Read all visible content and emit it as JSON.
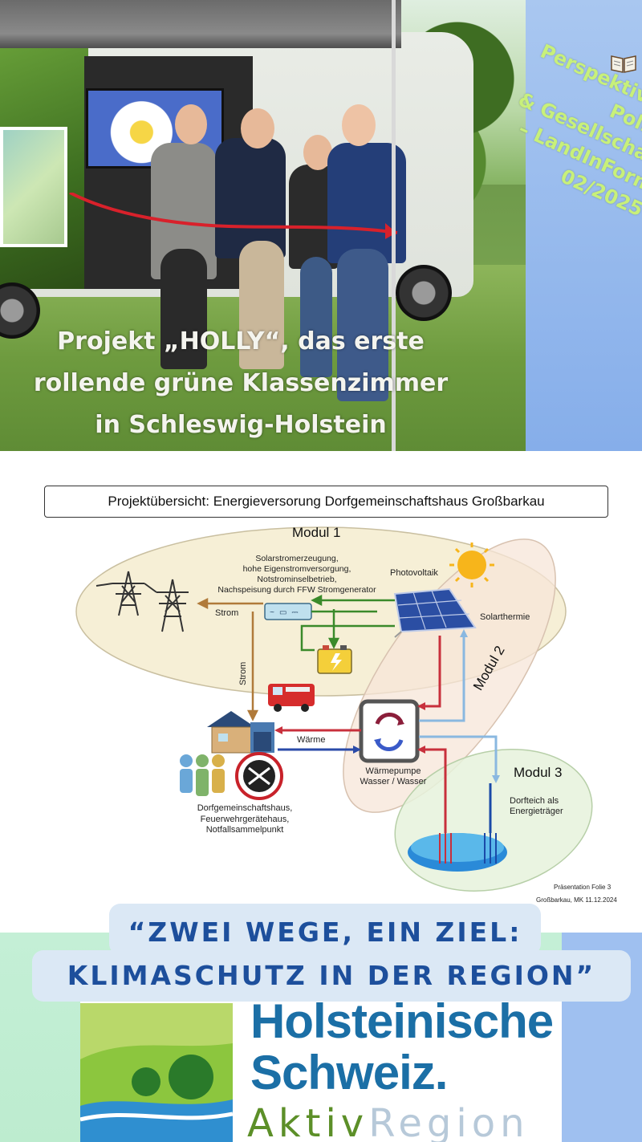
{
  "photo": {
    "caption_lines": [
      "Projekt „HOLLY“, das erste",
      "rollende grüne Klassenzimmer",
      "in Schleswig-Holstein"
    ],
    "rotated_lines": [
      "Perspektiven /",
      "Politik",
      "& Gesellschaft",
      "– LandInForm",
      "02/2025"
    ],
    "book_icon": "open-book-icon"
  },
  "diagram": {
    "title": "Projektübersicht: Energieversorung Dorfgemeinschaftshaus Großbarkau",
    "modul1": "Modul 1",
    "modul2": "Modul 2",
    "modul3": "Modul 3",
    "solar_desc": [
      "Solarstromerzeugung,",
      "hohe Eigenstromversorgung,",
      "Notstrominselbetrieb,",
      "Nachspeisung durch FFW Stromgenerator"
    ],
    "photovoltaik": "Photovoltaik",
    "solarthermie": "Solarthermie",
    "strom_h": "Strom",
    "strom_v": "Strom",
    "waerme": "Wärme",
    "waermepumpe": [
      "Wärmepumpe",
      "Wasser / Wasser"
    ],
    "dorfteich": [
      "Dorfteich als",
      "Energieträger"
    ],
    "house_desc": [
      "Dorfgemeinschaftshaus,",
      "Feuerwehrgerätehaus,",
      "Notfallsammelpunkt"
    ],
    "footer": [
      "Präsentation Folie 3",
      "Großbarkau, MK 11.12.2024"
    ],
    "colors": {
      "strom": "#b07a3a",
      "green": "#3a8a2a",
      "waerme_red": "#c8303c",
      "waerme_blue": "#2a4aa8",
      "light_blue": "#8ab8e0"
    }
  },
  "bottom": {
    "quote_lines": [
      "“ZWEI WEGE, EIN ZIEL:",
      "KLIMASCHUTZ IN DER REGION”"
    ],
    "logo_line1": "Holsteinische",
    "logo_line2": "Schweiz.",
    "aktiv": "Aktiv",
    "region": "Region",
    "colors": {
      "bg": "#c4efd6",
      "blue_panel": "#9fc0f0",
      "quote_text": "#1d4f9c",
      "logo_blue": "#1b6fa6",
      "logo_green": "#5c8f28"
    }
  }
}
